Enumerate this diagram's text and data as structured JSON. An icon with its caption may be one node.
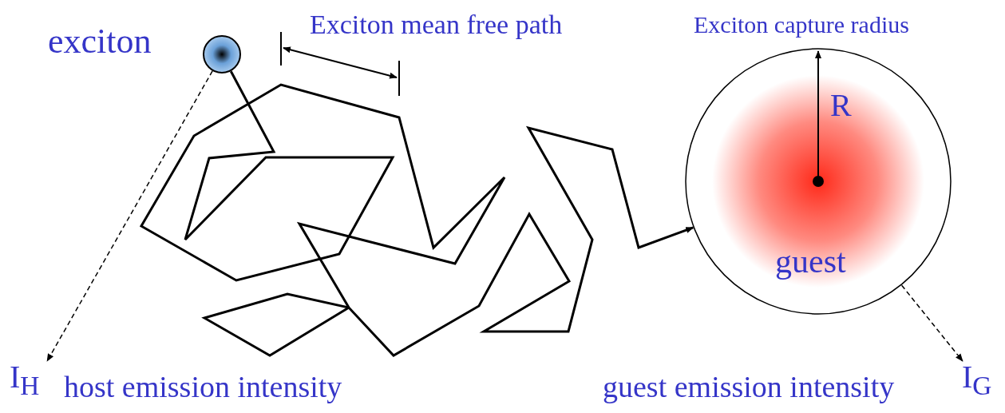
{
  "diagram": {
    "nodes": [
      {
        "text": [],
        "shape": "circle",
        "beside": [
          "exciton"
        ]
      },
      {
        "text": [
          "Exciton capture radius",
          "guest"
        ]
      },
      {
        "text": [
          "I$_{H}$"
        ]
      },
      {
        "text": [
          "I$_{G}$"
        ]
      }
    ],
    "edges": [
      {
        "from": 0,
        "to": 1,
        "arrow": "to"
      },
      {
        "from": 0,
        "to": 2,
        "arrow": "to",
        "style": "dashed"
      },
      {
        "from": 1,
        "to": 3,
        "arrow": "to",
        "style": "dashed"
      }
    ],
    "labels": [
      "Exciton mean free path",
      "R",
      "host emission intensity",
      "guest emission intensity"
    ]
  }
}
